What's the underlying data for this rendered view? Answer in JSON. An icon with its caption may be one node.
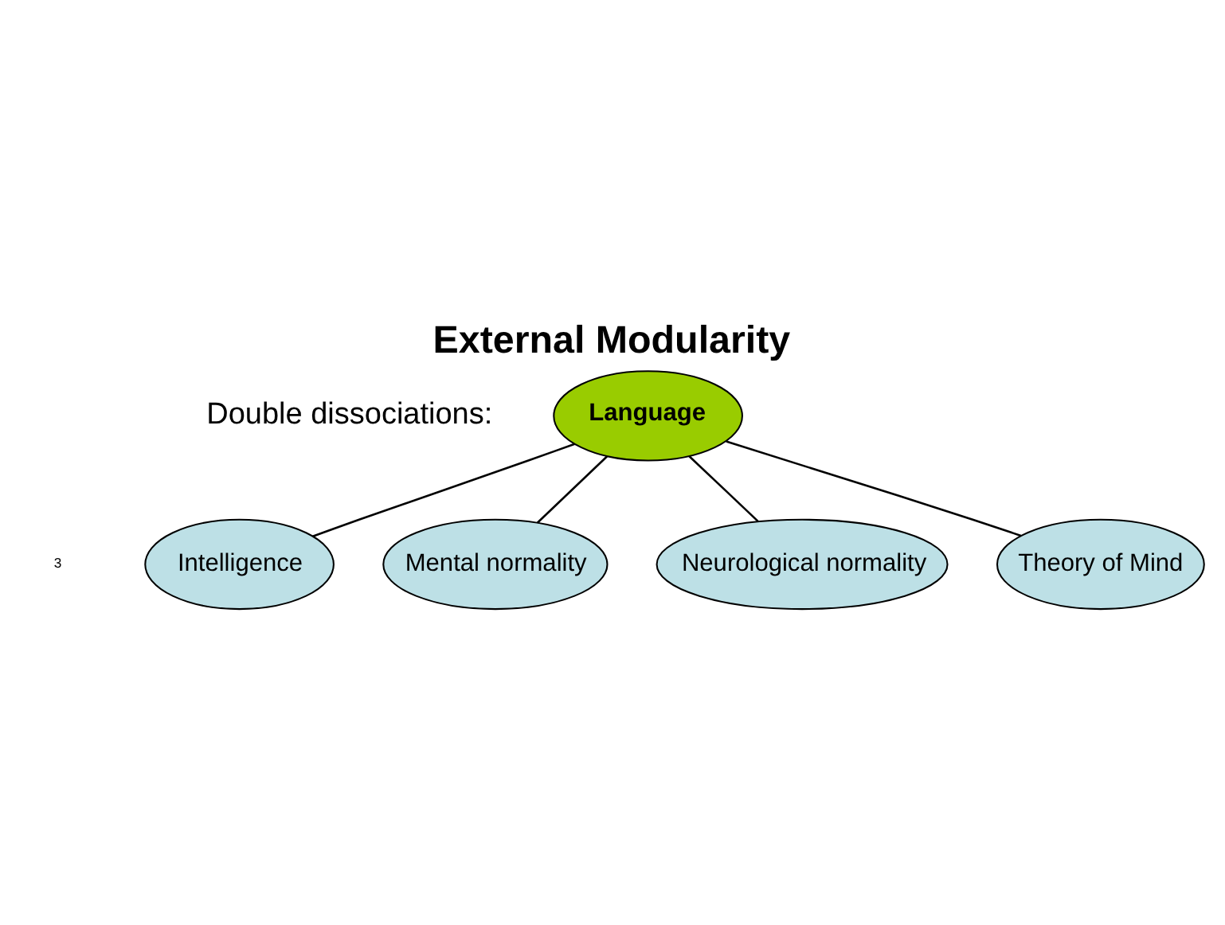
{
  "diagram": {
    "title": "External Modularity",
    "nodes": [
      {
        "text": [
          "Language"
        ]
      },
      {
        "text": [
          "Intelligence"
        ]
      },
      {
        "text": [
          "Mental normality"
        ]
      },
      {
        "text": [
          "Neurological normality"
        ]
      },
      {
        "text": [
          "Theory of Mind"
        ]
      }
    ],
    "edges": [
      {
        "from": 0,
        "to": 1,
        "arrow": "none"
      },
      {
        "from": 0,
        "to": 2,
        "arrow": "none"
      },
      {
        "from": 0,
        "to": 3,
        "arrow": "none"
      },
      {
        "from": 0,
        "to": 4,
        "arrow": "none"
      }
    ],
    "labels": [
      "Double dissociations:",
      "3"
    ]
  }
}
